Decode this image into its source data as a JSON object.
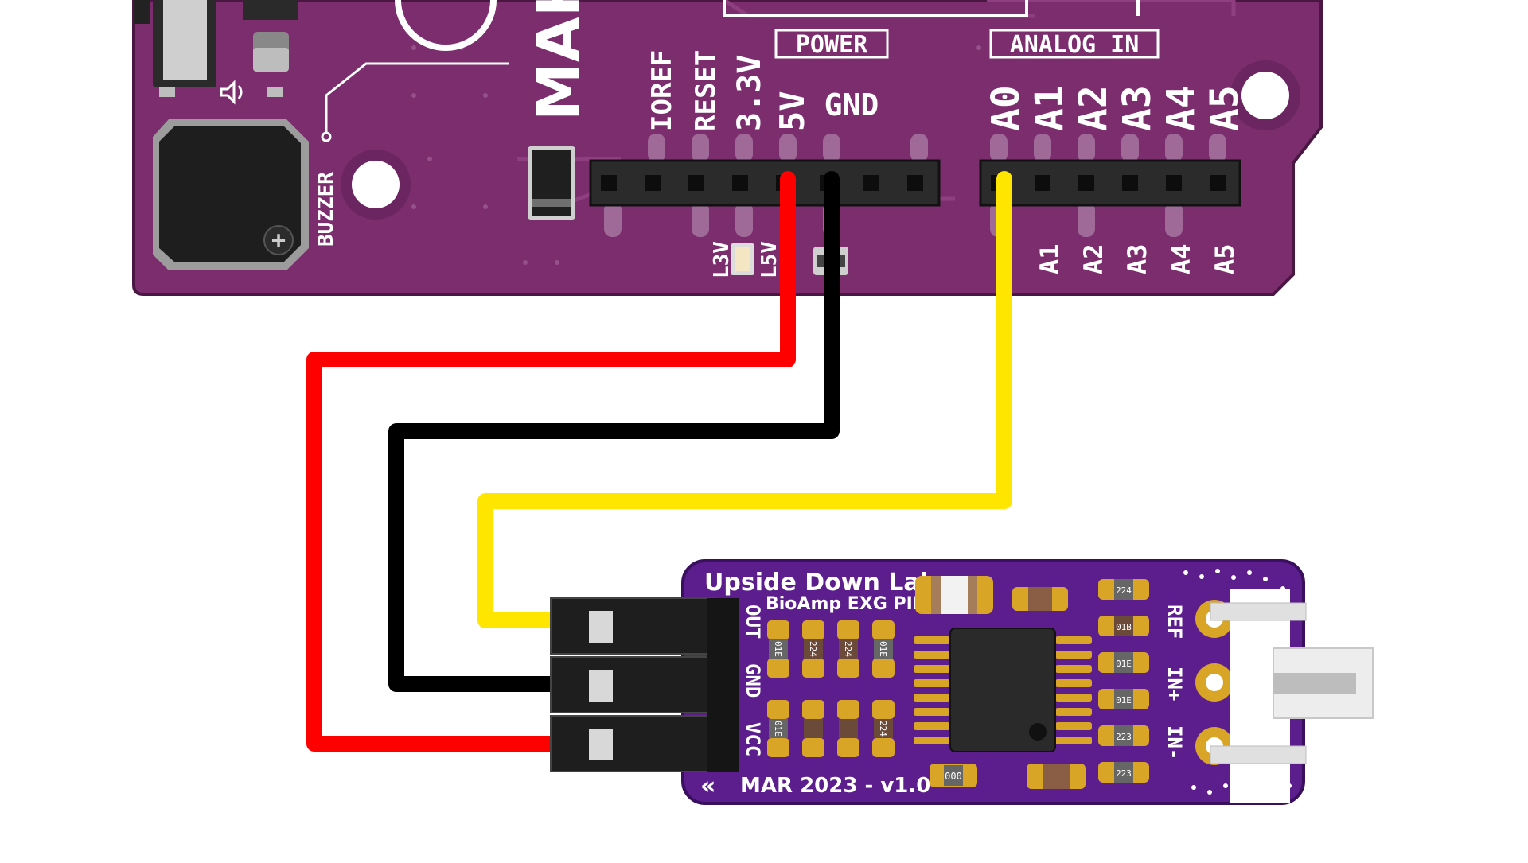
{
  "arduino_board": {
    "logo_text": "MAK",
    "buzzer_label": "BUZZER",
    "power_section_label": "POWER",
    "analog_section_label": "ANALOG IN",
    "power_pins": [
      "IOREF",
      "RESET",
      "3.3V",
      "5V",
      "GND"
    ],
    "analog_pins": [
      "A0",
      "A1",
      "A2",
      "A3",
      "A4",
      "A5"
    ],
    "analog_pins_bottom": [
      "A1",
      "A2",
      "A3",
      "A4",
      "A5"
    ],
    "led_labels": [
      "L3V",
      "L5V"
    ]
  },
  "bioamp_board": {
    "brand": "Upside Down Labs",
    "product": "BioAmp EXG PILL",
    "version": "MAR 2023 - v1.0",
    "pin_labels_left": [
      "OUT",
      "GND",
      "VCC"
    ],
    "pin_labels_right": [
      "REF",
      "IN+",
      "IN-"
    ],
    "component_codes": [
      "01E",
      "224",
      "224",
      "01E",
      "01E",
      "224",
      "01B",
      "224",
      "01E",
      "01E",
      "223",
      "223",
      "000"
    ]
  },
  "wires": [
    {
      "color": "#ff0000",
      "from": "5V",
      "to": "VCC"
    },
    {
      "color": "#000000",
      "from": "GND",
      "to": "GND"
    },
    {
      "color": "#ffe600",
      "from": "A0",
      "to": "OUT"
    }
  ],
  "colors": {
    "arduino_pcb": "#7b2d6d",
    "bioamp_pcb": "#5b1e8c",
    "gold_pad": "#d9a526",
    "header_black": "#222222"
  }
}
